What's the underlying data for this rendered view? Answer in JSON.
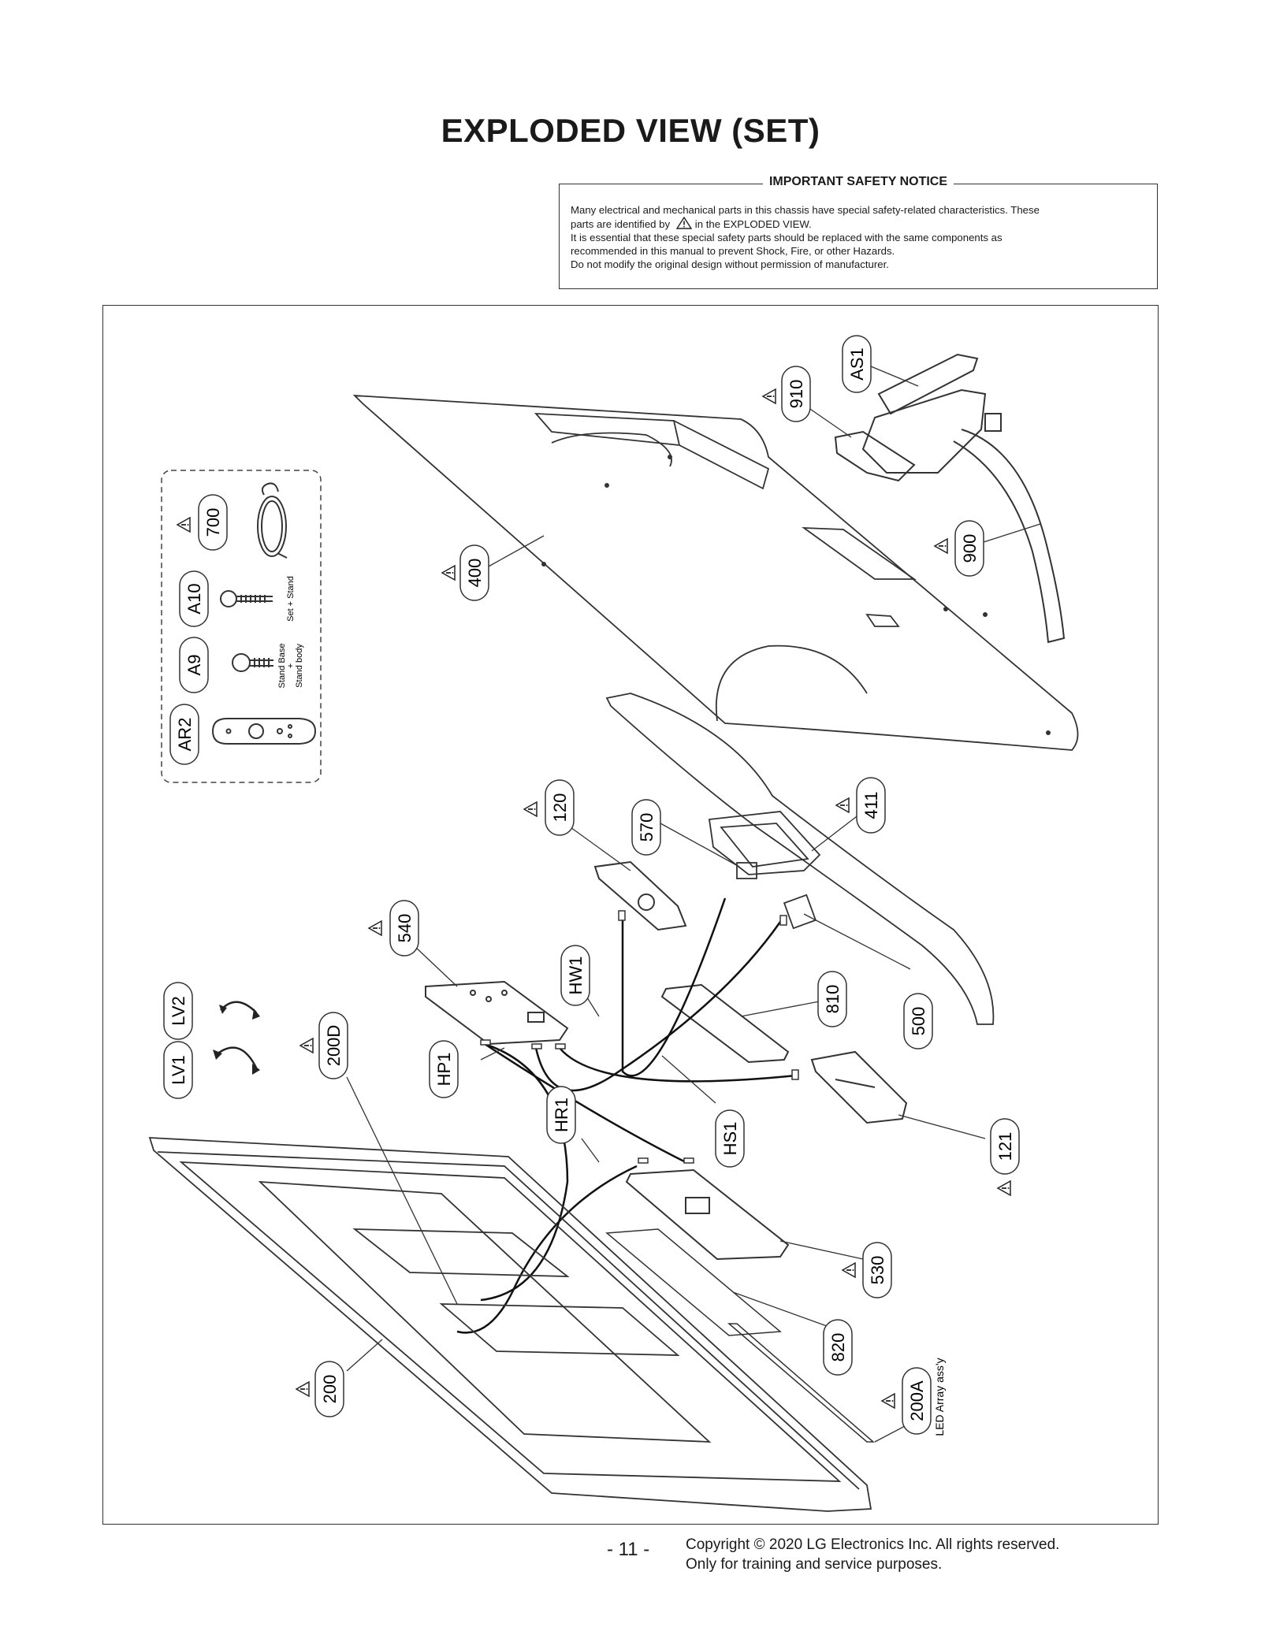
{
  "page_title": "EXPLODED VIEW (SET)",
  "notice": {
    "heading": "IMPORTANT SAFETY NOTICE",
    "line1": "Many electrical and mechanical parts in this chassis have special safety-related characteristics. These",
    "line2_pre": "parts are identified by",
    "line2_post": "in the EXPLODED VIEW.",
    "line3": "It is essential that these special safety parts should be replaced with the same components as",
    "line4": "recommended in this manual to prevent Shock, Fire, or other Hazards.",
    "line5": "Do not modify the original design without permission of manufacturer."
  },
  "accessories": {
    "label_set_stand": "Set + Stand",
    "label_stand_base": "Stand Base",
    "label_plus": "+",
    "label_stand_body": "Stand body"
  },
  "parts": {
    "p700": "700",
    "pA10": "A10",
    "pA9": "A9",
    "pAR2": "AR2",
    "p400": "400",
    "p910": "910",
    "pAS1": "AS1",
    "p900": "900",
    "p120": "120",
    "p570": "570",
    "p411": "411",
    "p540": "540",
    "pHW1": "HW1",
    "p810": "810",
    "p500": "500",
    "pLV2": "LV2",
    "pLV1": "LV1",
    "p200D": "200D",
    "pHP1": "HP1",
    "pHR1": "HR1",
    "pHS1": "HS1",
    "p121": "121",
    "p530": "530",
    "p820": "820",
    "p200": "200",
    "p200A": "200A"
  },
  "led_array_label": "LED Array ass'y",
  "icons": {
    "warning": "warning-triangle-icon"
  },
  "footer": {
    "page_number": "- 11 -",
    "copyright": "Copyright © 2020 LG Electronics Inc. All rights reserved.",
    "usage": "Only for training and service purposes."
  }
}
